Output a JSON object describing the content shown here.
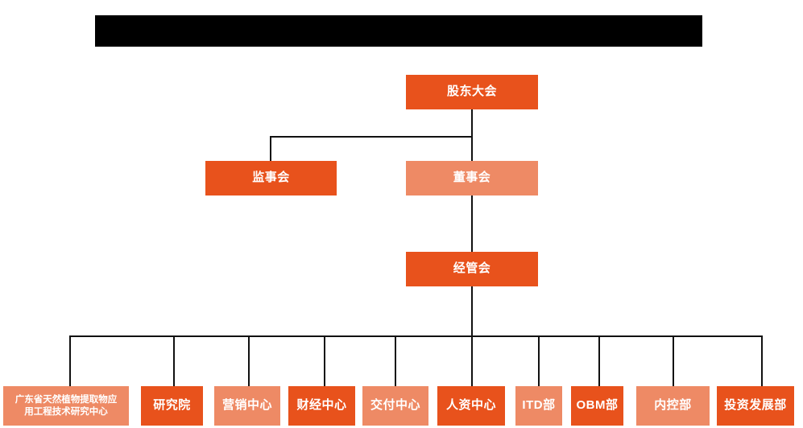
{
  "chart_data": {
    "type": "diagram",
    "subtype": "org-chart",
    "title": "",
    "orientation": "top-down",
    "colors": {
      "dark_orange": "#E8521C",
      "light_salmon": "#EE8A65",
      "connector": "#111111",
      "background": "#FFFFFF",
      "redaction": "#000000",
      "node_text": "#FFFFFF"
    },
    "levels": [
      {
        "level": 1,
        "nodes": [
          "shareholders_meeting"
        ]
      },
      {
        "level": 2,
        "nodes": [
          "board_of_supervisors",
          "board_of_directors"
        ]
      },
      {
        "level": 3,
        "nodes": [
          "management_committee"
        ]
      },
      {
        "level": 4,
        "nodes": [
          "guangdong_center",
          "research_institute",
          "marketing_center",
          "finance_center",
          "delivery_center",
          "hr_center",
          "itd_dept",
          "obm_dept",
          "internal_control_dept",
          "investment_dev_dept"
        ]
      }
    ],
    "edges": [
      {
        "from": "shareholders_meeting",
        "to": "board_of_supervisors"
      },
      {
        "from": "shareholders_meeting",
        "to": "board_of_directors"
      },
      {
        "from": "board_of_directors",
        "to": "management_committee"
      },
      {
        "from": "management_committee",
        "to": "guangdong_center"
      },
      {
        "from": "management_committee",
        "to": "research_institute"
      },
      {
        "from": "management_committee",
        "to": "marketing_center"
      },
      {
        "from": "management_committee",
        "to": "finance_center"
      },
      {
        "from": "management_committee",
        "to": "delivery_center"
      },
      {
        "from": "management_committee",
        "to": "hr_center"
      },
      {
        "from": "management_committee",
        "to": "itd_dept"
      },
      {
        "from": "management_committee",
        "to": "obm_dept"
      },
      {
        "from": "management_committee",
        "to": "internal_control_dept"
      },
      {
        "from": "management_committee",
        "to": "investment_dev_dept"
      }
    ]
  },
  "banner": {
    "redacted": true,
    "label": ""
  },
  "nodes": {
    "shareholders_meeting": {
      "label": "股东大会",
      "style": "dark"
    },
    "board_of_supervisors": {
      "label": "监事会",
      "style": "dark"
    },
    "board_of_directors": {
      "label": "董事会",
      "style": "light"
    },
    "management_committee": {
      "label": "经管会",
      "style": "dark"
    },
    "guangdong_center": {
      "label": "广东省天然植物提取物应用工程技术研究中心",
      "line1": "广东省天然植物提取物应",
      "line2": "用工程技术研究中心",
      "style": "light"
    },
    "research_institute": {
      "label": "研究院",
      "style": "dark"
    },
    "marketing_center": {
      "label": "营销中心",
      "style": "light"
    },
    "finance_center": {
      "label": "财经中心",
      "style": "dark"
    },
    "delivery_center": {
      "label": "交付中心",
      "style": "light"
    },
    "hr_center": {
      "label": "人资中心",
      "style": "dark"
    },
    "itd_dept": {
      "label": "ITD部",
      "style": "light"
    },
    "obm_dept": {
      "label": "OBM部",
      "style": "dark"
    },
    "internal_control_dept": {
      "label": "内控部",
      "style": "light"
    },
    "investment_dev_dept": {
      "label": "投资发展部",
      "style": "dark"
    }
  }
}
